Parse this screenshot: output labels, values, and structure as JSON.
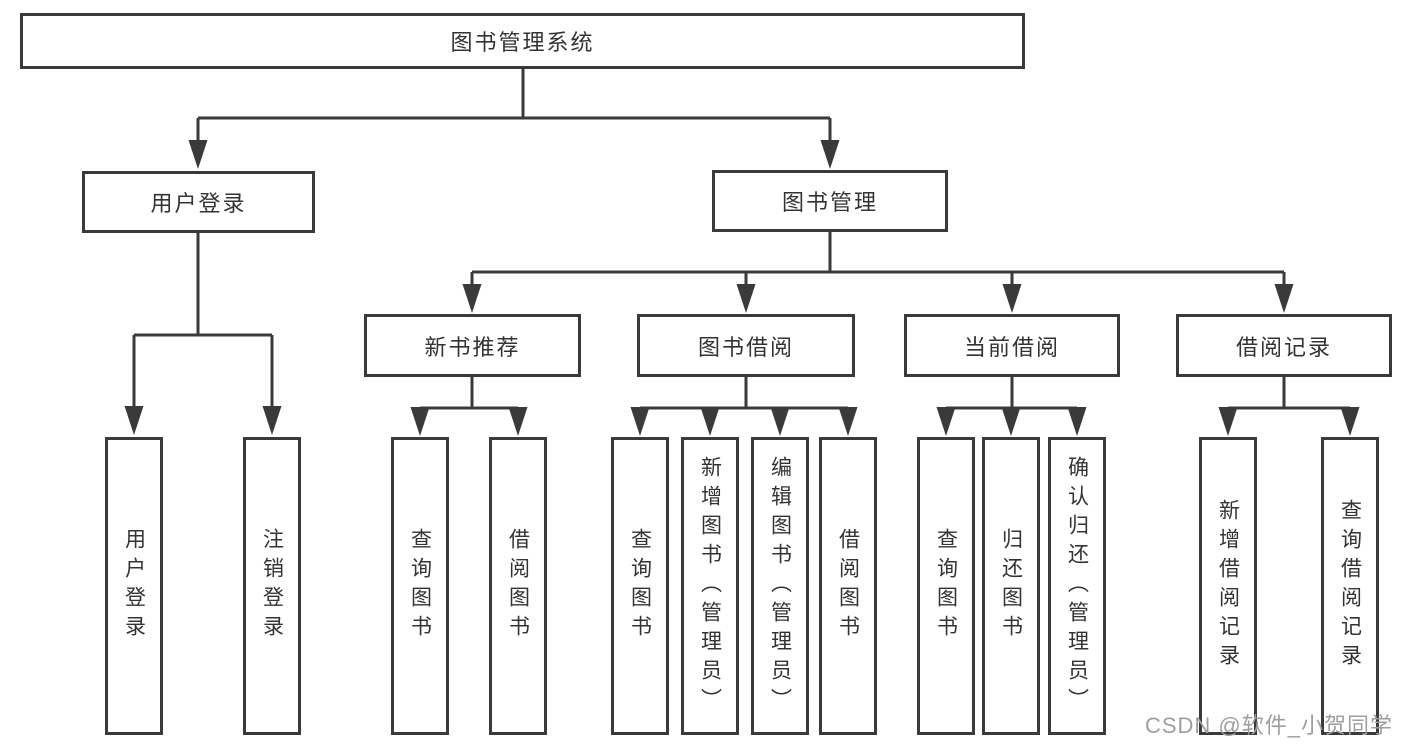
{
  "diagram": {
    "root": {
      "label": "图书管理系统"
    },
    "user_branch": {
      "label": "用户登录",
      "children": [
        {
          "label": "用户登录"
        },
        {
          "label": "注销登录"
        }
      ]
    },
    "book_branch": {
      "label": "图书管理",
      "groups": [
        {
          "label": "新书推荐",
          "children": [
            {
              "label": "查询图书"
            },
            {
              "label": "借阅图书"
            }
          ]
        },
        {
          "label": "图书借阅",
          "children": [
            {
              "label": "查询图书"
            },
            {
              "label": "新增图书（管理员）"
            },
            {
              "label": "编辑图书（管理员）"
            },
            {
              "label": "借阅图书"
            }
          ]
        },
        {
          "label": "当前借阅",
          "children": [
            {
              "label": "查询图书"
            },
            {
              "label": "归还图书"
            },
            {
              "label": "确认归还（管理员）"
            }
          ]
        },
        {
          "label": "借阅记录",
          "children": [
            {
              "label": "新增借阅记录"
            },
            {
              "label": "查询借阅记录"
            }
          ]
        }
      ]
    }
  },
  "watermark": {
    "text": "CSDN @软件_小贺同学"
  },
  "colors": {
    "line": "#3a3a3a",
    "text": "#333333",
    "watermark": "#9e9e9e",
    "background": "#ffffff"
  }
}
